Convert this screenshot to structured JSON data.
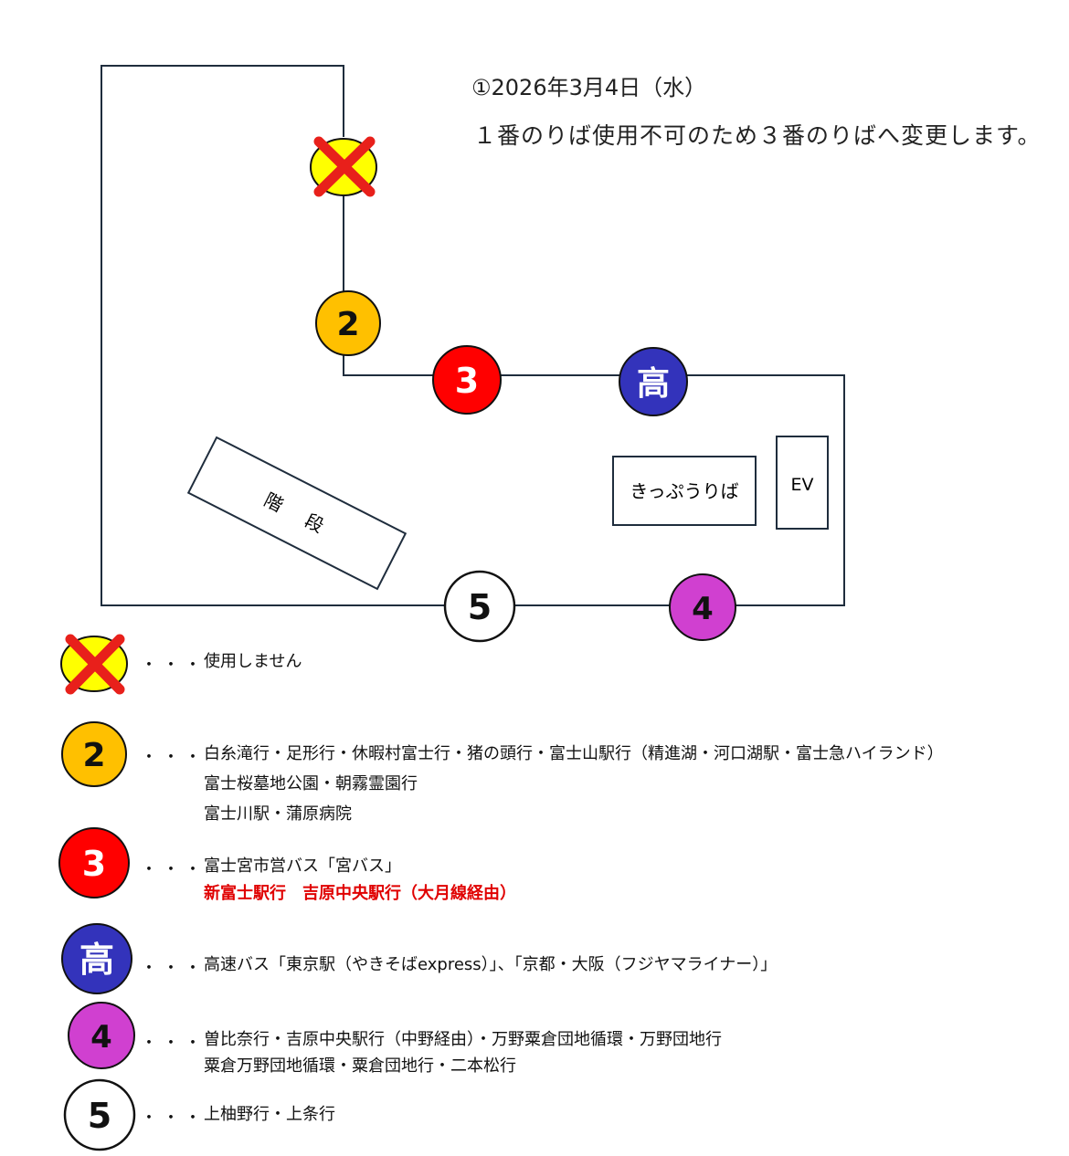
{
  "notice": {
    "date": "①2026年3月4日（水）",
    "message": "１番のりば使用不可のため３番のりばへ変更します。"
  },
  "map": {
    "stairs_label_1": "階",
    "stairs_label_2": "段",
    "ticket_office": "きっぷうりば",
    "elevator": "EV",
    "markers": {
      "stop2": "2",
      "stop3": "3",
      "highway": "高",
      "stop4": "4",
      "stop5": "5"
    }
  },
  "legend": {
    "dots": "・・・",
    "unused": {
      "text": "使用しません"
    },
    "stop2": {
      "marker": "2",
      "lines": [
        "白糸滝行・足形行・休暇村富士行・猪の頭行・富士山駅行（精進湖・河口湖駅・富士急ハイランド）",
        "富士桜墓地公園・朝霧霊園行",
        "富士川駅・蒲原病院"
      ]
    },
    "stop3": {
      "marker": "3",
      "lines": [
        "富士宮市営バス「宮バス」",
        "新富士駅行　吉原中央駅行（大月線経由）"
      ]
    },
    "highway": {
      "marker": "高",
      "lines": [
        "高速バス「東京駅（やきそばexpress）」、「京都・大阪（フジヤマライナー）」"
      ]
    },
    "stop4": {
      "marker": "4",
      "lines": [
        "曽比奈行・吉原中央駅行（中野経由）・万野粟倉団地循環・万野団地行",
        "粟倉万野団地循環・粟倉団地行・二本松行"
      ]
    },
    "stop5": {
      "marker": "5",
      "lines": [
        "上柚野行・上条行"
      ]
    }
  },
  "colors": {
    "outline": "#1f2d3d",
    "yellow": "#ffff00",
    "cross": "#e8201b",
    "orange": "#ffc000",
    "red": "#ff0000",
    "blue": "#3333bb",
    "magenta": "#d040d0",
    "white": "#ffffff",
    "red_text": "#e00000"
  }
}
